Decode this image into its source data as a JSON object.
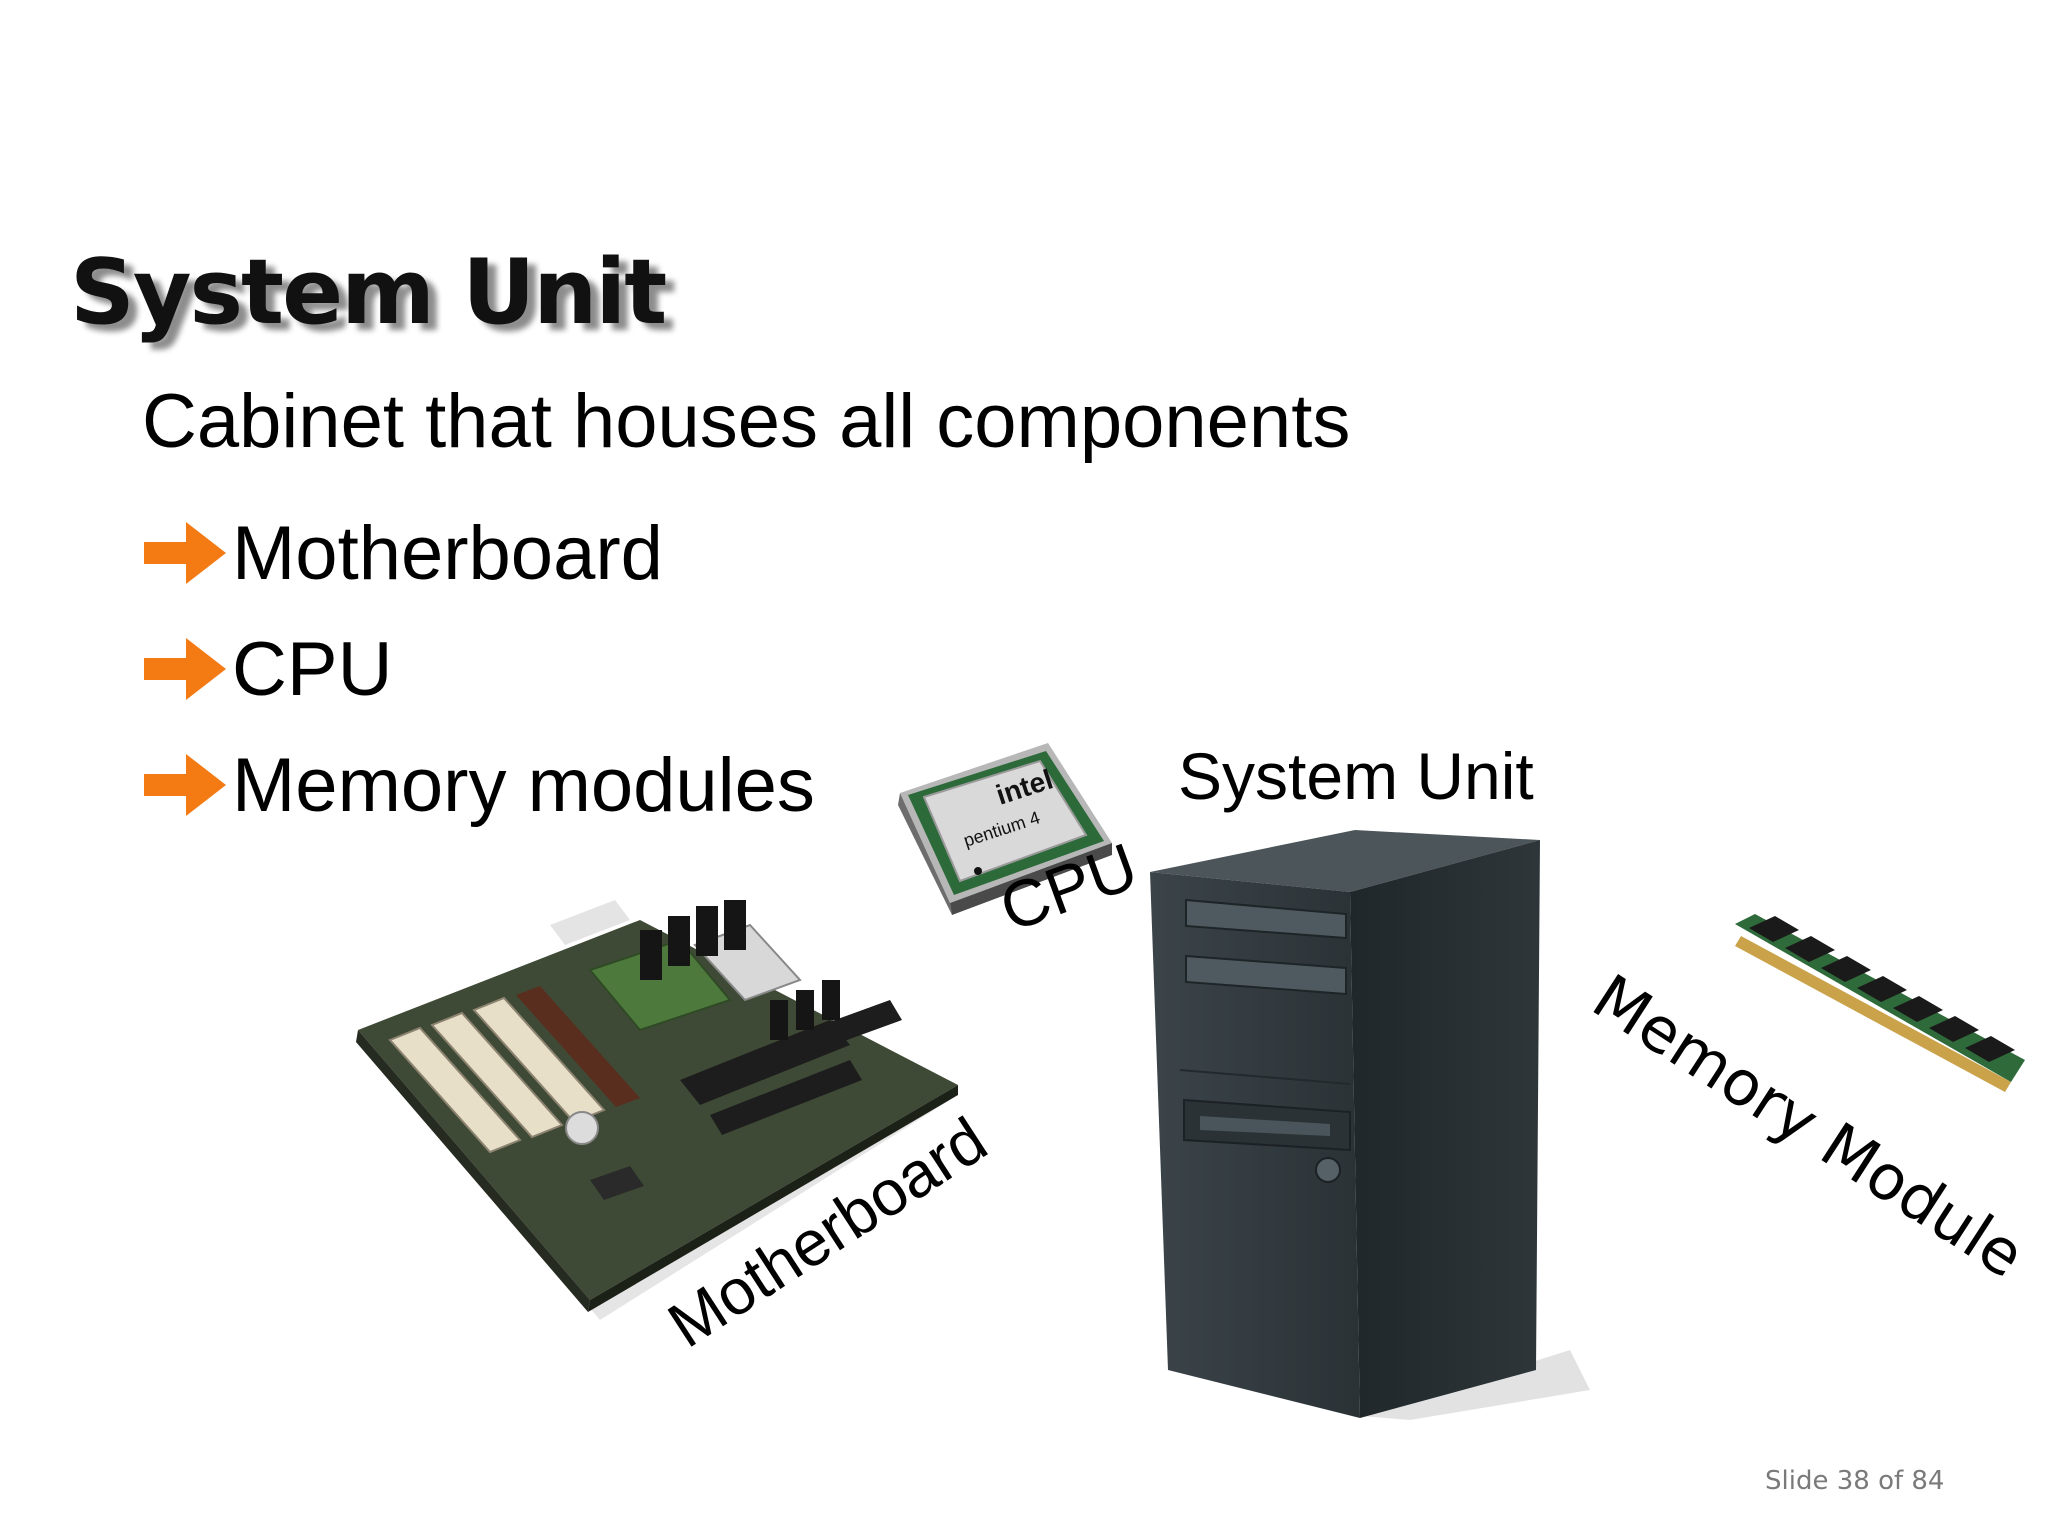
{
  "slide": {
    "title": "System Unit",
    "lead": "Cabinet that houses all components",
    "bullets": [
      {
        "label": "Motherboard"
      },
      {
        "label": "CPU"
      },
      {
        "label": "Memory modules"
      }
    ],
    "bullet_icon": "orange-arrow-icon",
    "accent_color": "#f47a13"
  },
  "figure": {
    "labels": {
      "system_unit": "System Unit",
      "cpu": "CPU",
      "motherboard": "Motherboard",
      "memory_module": "Memory Module"
    },
    "cpu_chip": {
      "brand": "intel",
      "model": "pentium 4"
    }
  },
  "footer": {
    "slide_counter": "Slide 38 of 84"
  }
}
